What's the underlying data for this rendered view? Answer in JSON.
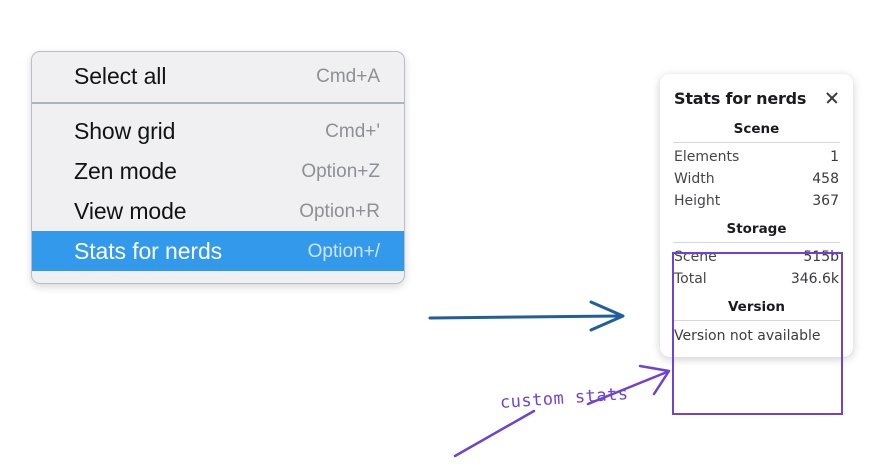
{
  "context_menu": {
    "groups": [
      {
        "items": [
          {
            "label": "Select all",
            "shortcut": "Cmd+A",
            "selected": false
          }
        ]
      },
      {
        "items": [
          {
            "label": "Show grid",
            "shortcut": "Cmd+'",
            "selected": false
          },
          {
            "label": "Zen mode",
            "shortcut": "Option+Z",
            "selected": false
          },
          {
            "label": "View mode",
            "shortcut": "Option+R",
            "selected": false
          },
          {
            "label": "Stats for nerds",
            "shortcut": "Option+/",
            "selected": true
          }
        ]
      }
    ],
    "highlight_color": "#3399ea"
  },
  "stats_panel": {
    "title": "Stats for nerds",
    "close_icon": "close-icon",
    "sections": [
      {
        "header": "Scene",
        "rows": [
          {
            "key": "Elements",
            "value": "1"
          },
          {
            "key": "Width",
            "value": "458"
          },
          {
            "key": "Height",
            "value": "367"
          }
        ]
      },
      {
        "header": "Storage",
        "rows": [
          {
            "key": "Scene",
            "value": "515b"
          },
          {
            "key": "Total",
            "value": "346.6k"
          }
        ]
      },
      {
        "header": "Version",
        "note": "Version not available"
      }
    ]
  },
  "annotations": {
    "blue_arrow_color": "#1f5f9e",
    "purple_color": "#6f42d6",
    "custom_stats_label": "custom stats"
  }
}
